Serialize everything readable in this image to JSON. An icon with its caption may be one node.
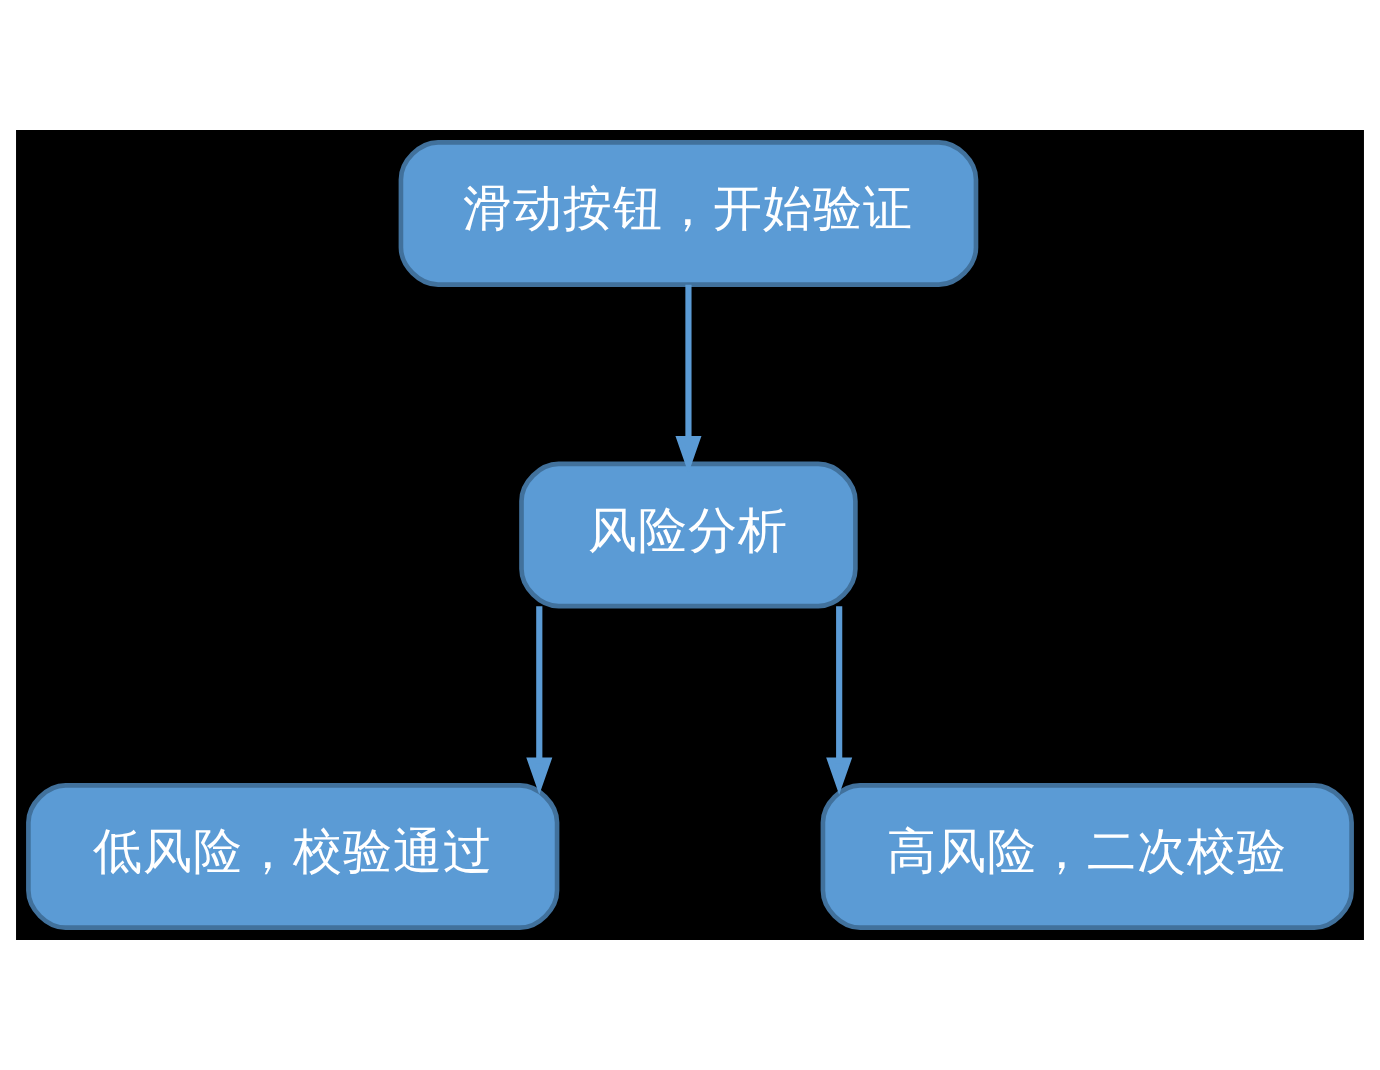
{
  "diagram": {
    "nodes": [
      {
        "text": [
          "滑动按钮，开始验证"
        ]
      },
      {
        "text": [
          "风险分析"
        ]
      },
      {
        "text": [
          "低风险，校验通过"
        ]
      },
      {
        "text": [
          "高风险，二次校验"
        ]
      }
    ],
    "edges": [
      {
        "from": 0,
        "to": 1,
        "arrow": "to"
      },
      {
        "from": 1,
        "to": 2,
        "arrow": "to"
      },
      {
        "from": 1,
        "to": 3,
        "arrow": "to"
      }
    ]
  }
}
